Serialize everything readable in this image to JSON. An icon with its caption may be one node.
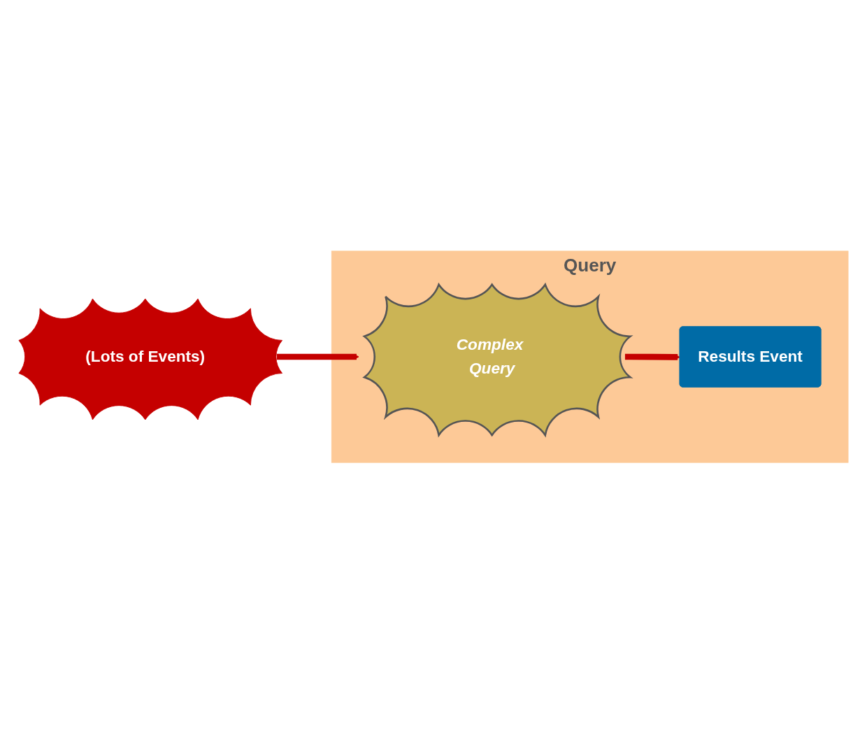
{
  "diagram": {
    "nodes": [
      {
        "text": [
          "(Lots of Events)"
        ]
      },
      {
        "text": [
          "Query"
        ]
      },
      {
        "text": [
          "Complex Query"
        ],
        "in": 1
      },
      {
        "text": [
          "Results Event"
        ],
        "in": 1
      }
    ],
    "edges": [
      {
        "from": 0,
        "to": 2,
        "arrow": "to"
      },
      {
        "from": 2,
        "to": 3,
        "arrow": "to"
      }
    ]
  }
}
